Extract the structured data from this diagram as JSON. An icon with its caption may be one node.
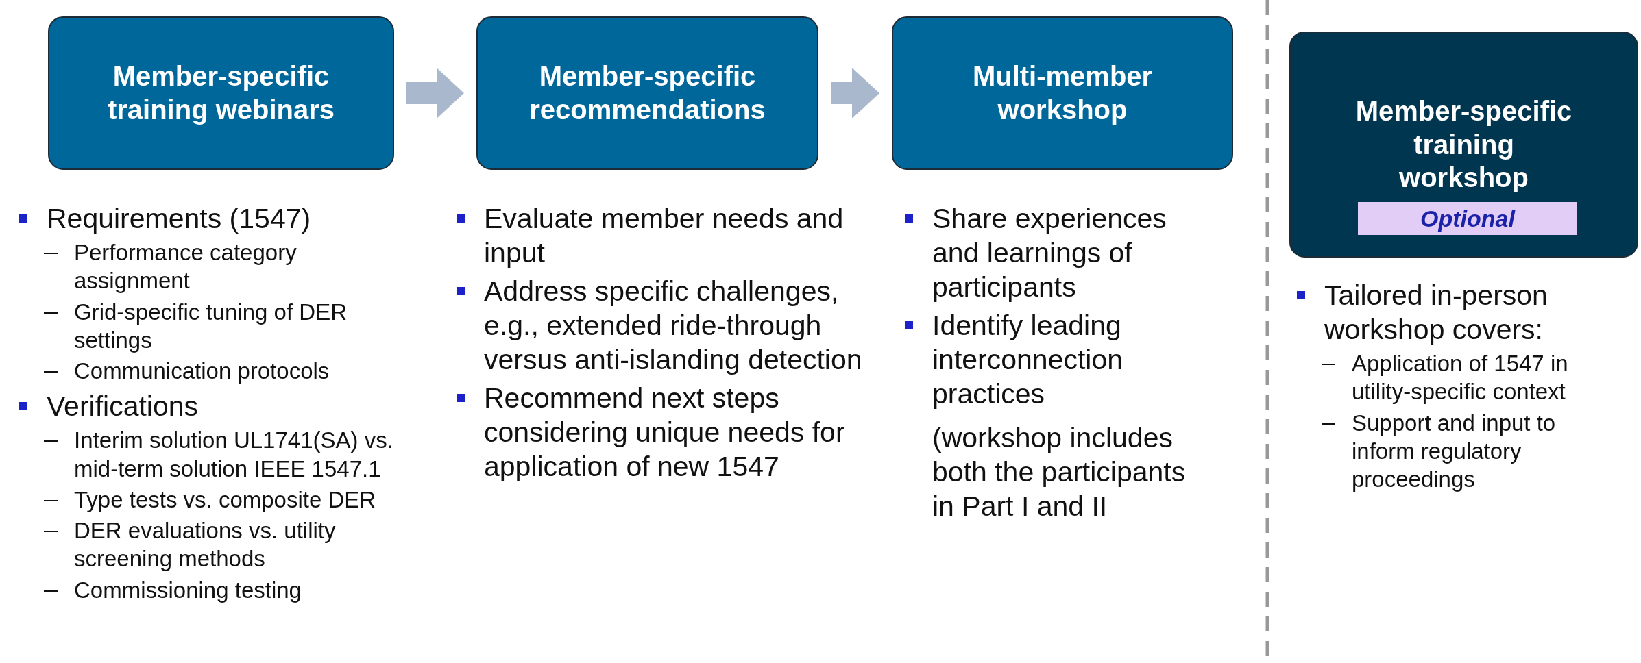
{
  "diagram": {
    "nodes": [
      {
        "text": [
          "Member-specific training webinars"
        ],
        "beside": [
          "Requirements (1547)",
          "Performance category assignment",
          "Grid-specific tuning of DER settings",
          "Communication protocols",
          "Verifications",
          "Interim solution UL1741(SA) vs. mid-term solution IEEE 1547.1",
          "Type tests vs. composite DER",
          "DER evaluations vs. utility screening methods",
          "Commissioning testing"
        ]
      },
      {
        "text": [
          "Member-specific recommendations"
        ],
        "beside": [
          "Evaluate member needs and input",
          "Address specific challenges, e.g., extended ride-through versus anti-islanding detection",
          "Recommend next steps considering unique needs for application of new 1547"
        ]
      },
      {
        "text": [
          "Multi-member workshop"
        ],
        "beside": [
          "Share experiences and learnings of participants",
          "Identify leading interconnection practices",
          "(workshop includes both the participants in Part I and II"
        ]
      },
      {
        "text": [
          "Member-specific training workshop"
        ],
        "beside": [
          "Tailored in-person workshop covers:",
          "Application of 1547 in utility-specific context",
          "Support and input to inform regulatory proceedings"
        ]
      },
      {
        "text": [
          "Optional"
        ],
        "in": 3
      }
    ],
    "edges": [
      {
        "from": 0,
        "to": 1,
        "arrow": "to"
      },
      {
        "from": 1,
        "to": 2,
        "arrow": "to"
      }
    ]
  }
}
